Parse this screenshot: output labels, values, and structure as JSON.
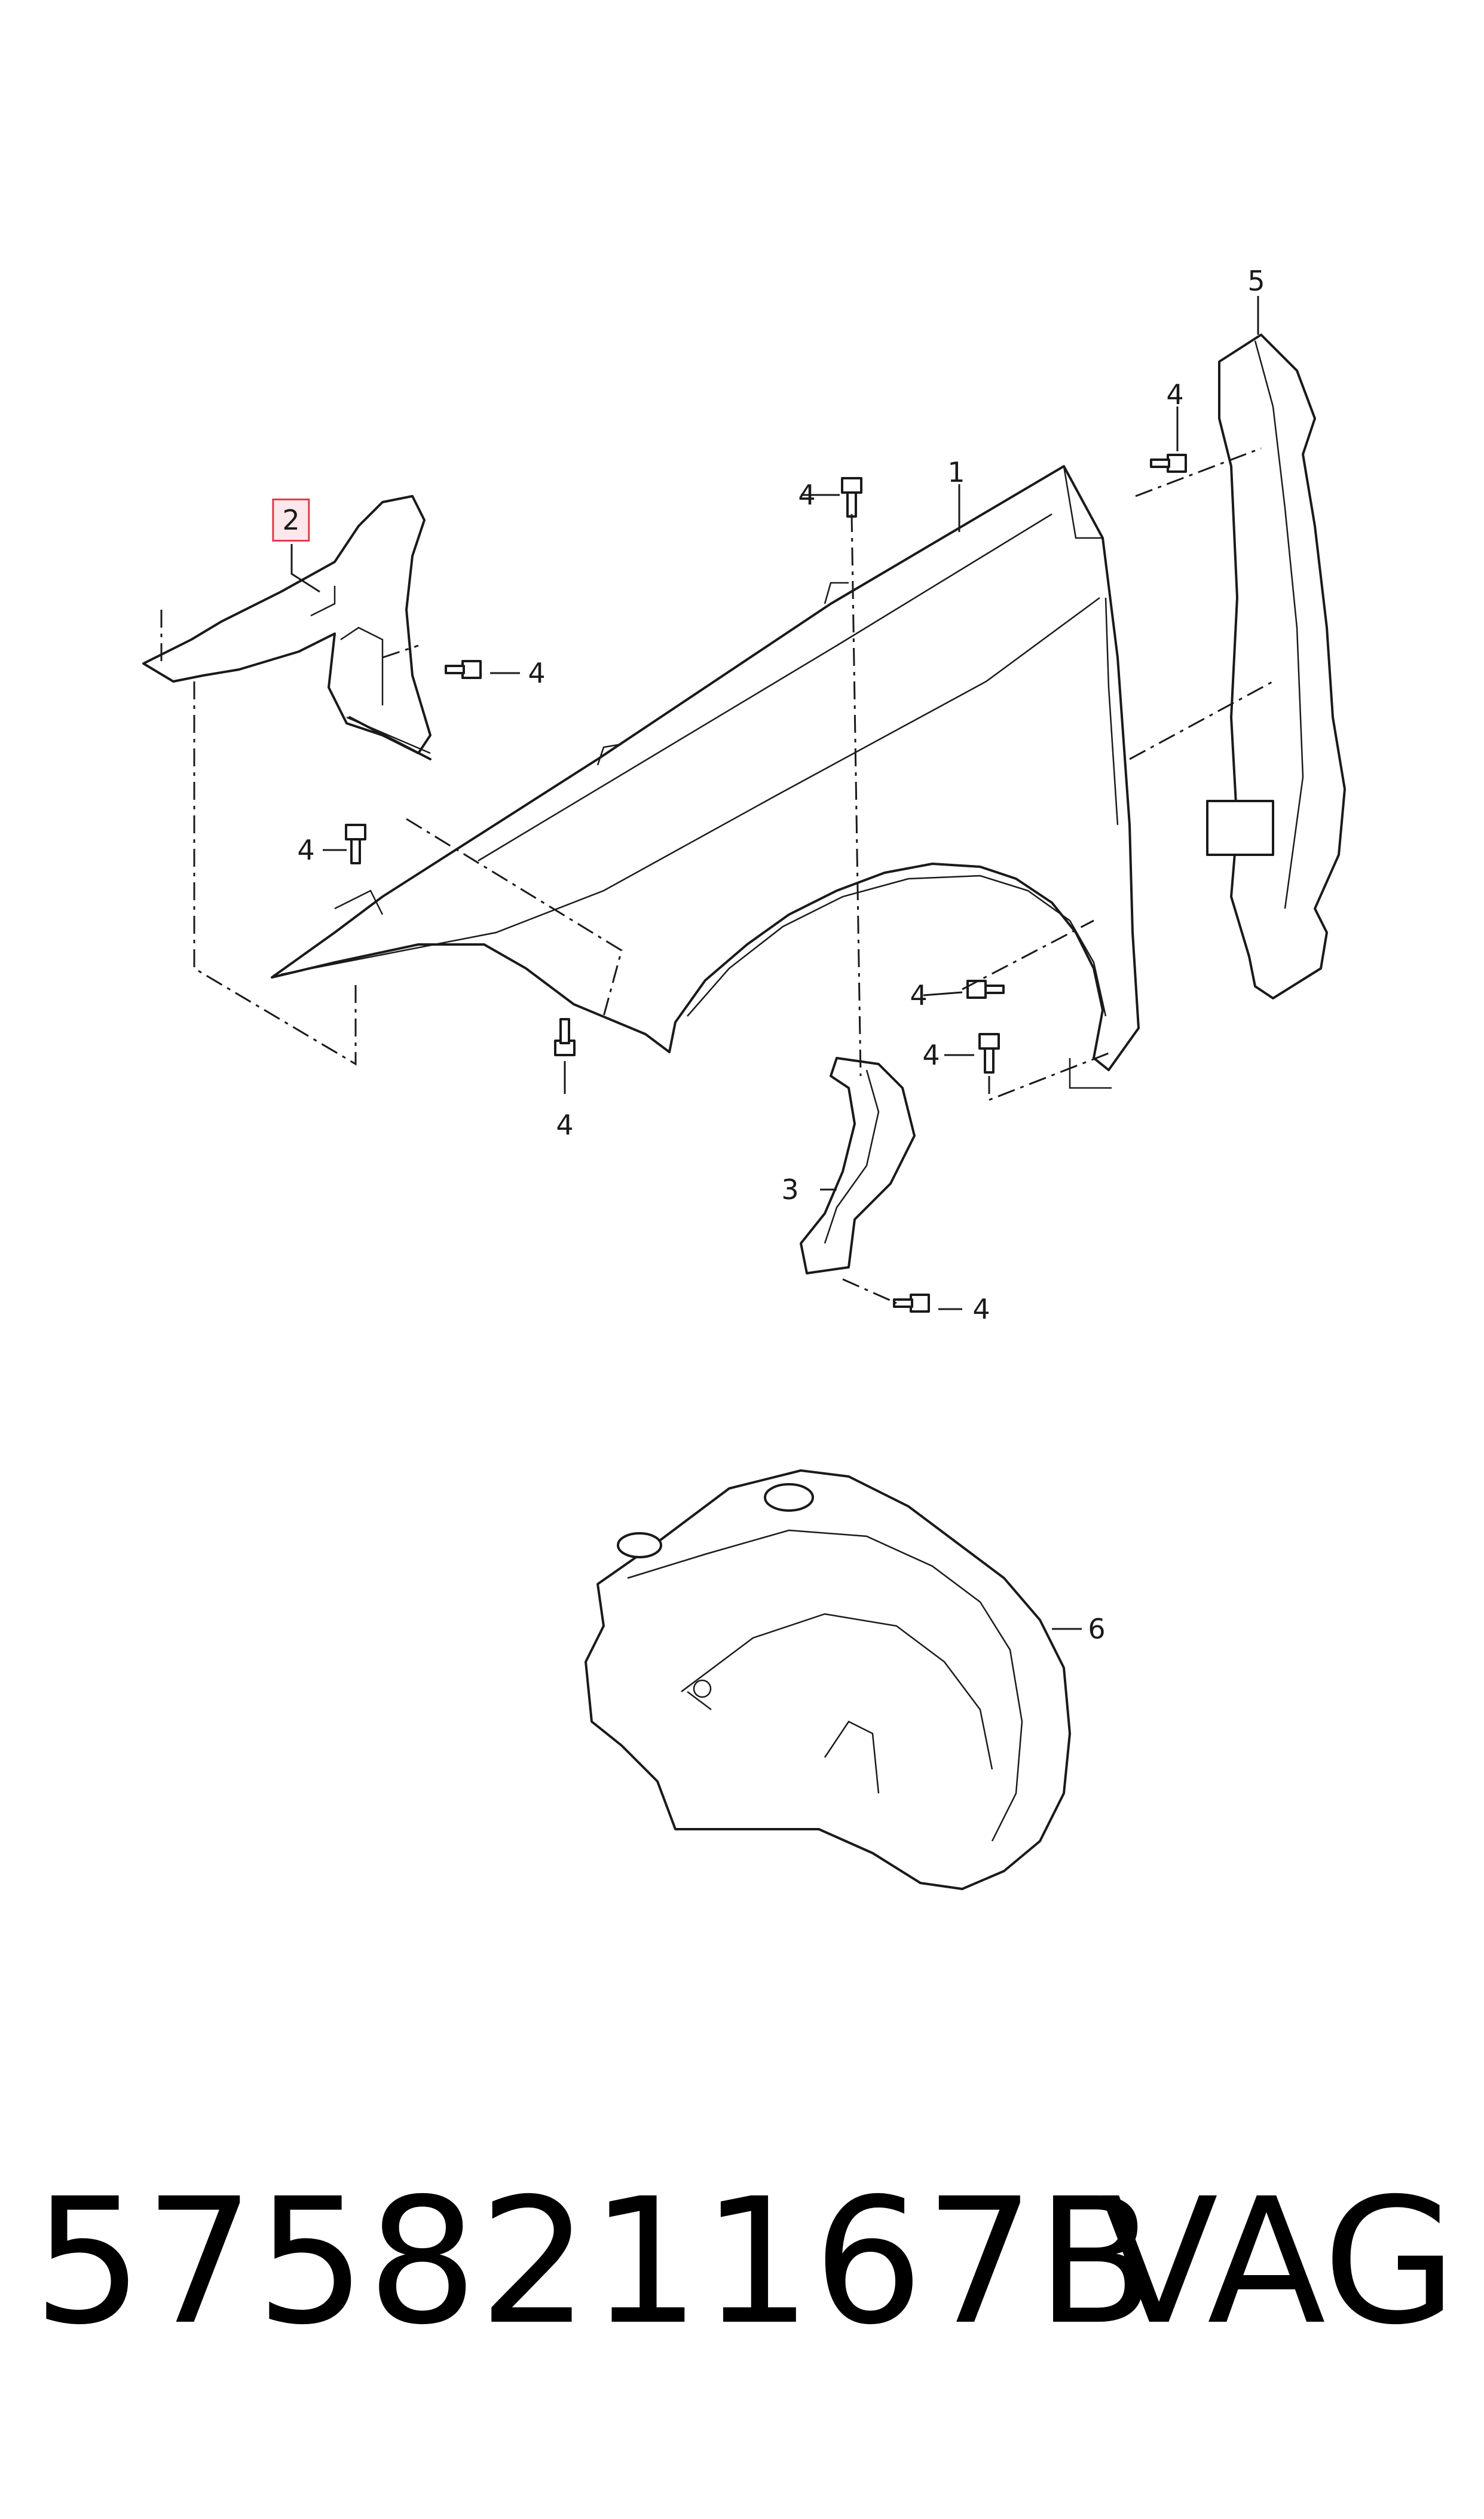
{
  "diagram": {
    "callouts": [
      {
        "id": "c1",
        "label": "1"
      },
      {
        "id": "c2",
        "label": "2",
        "highlighted": true
      },
      {
        "id": "c3",
        "label": "3"
      },
      {
        "id": "c4a",
        "label": "4"
      },
      {
        "id": "c4b",
        "label": "4"
      },
      {
        "id": "c4c",
        "label": "4"
      },
      {
        "id": "c4d",
        "label": "4"
      },
      {
        "id": "c4e",
        "label": "4"
      },
      {
        "id": "c4f",
        "label": "4"
      },
      {
        "id": "c4g",
        "label": "4"
      },
      {
        "id": "c4h",
        "label": "4"
      },
      {
        "id": "c5",
        "label": "5"
      },
      {
        "id": "c6",
        "label": "6"
      }
    ],
    "highlight_color": "#e23b4e"
  },
  "footer": {
    "part_number": "575821167B",
    "brand": "VAG"
  }
}
